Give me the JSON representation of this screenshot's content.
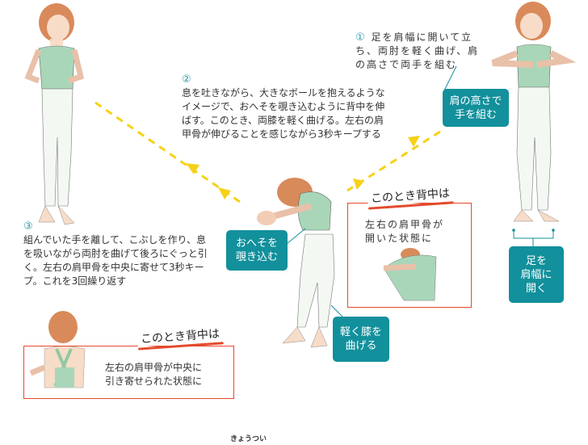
{
  "step1": {
    "number": "①",
    "text": "足を肩幅に開いて立ち、両肘を軽く曲げ、肩の高さで両手を組む"
  },
  "step2": {
    "number": "②",
    "text": "息を吐きながら、大きなボールを抱えるようなイメージで、おへそを覗き込むように背中を伸ばす。このとき、両膝を軽く曲げる。左右の肩甲骨が伸びることを感じながら3秒キープする"
  },
  "step3": {
    "number": "③",
    "text": "組んでいた手を離して、こぶしを作り、息を吸いながら両肘を曲げて後ろにぐっと引く。左右の肩甲骨を中央に寄せて3秒キープ。これを3回繰り返す"
  },
  "tags": {
    "hands": "肩の高さで\n手を組む",
    "navel": "おへそを\n覗き込む",
    "knees": "軽く膝を\n曲げる",
    "feet": "足を\n肩幅に\n開く"
  },
  "callout_open": {
    "title": "このとき背中は",
    "text": "左右の肩甲骨が\n開いた状態に"
  },
  "callout_close": {
    "title": "このとき背中は",
    "text": "左右の肩甲骨が中央に\n引き寄せられた状態に"
  },
  "footer_caption": "きょうつい",
  "colors": {
    "teal": "#12909c",
    "arrow": "#f5d21a",
    "callout_border": "#e44a2c",
    "top": "#a9d6b8",
    "hair": "#d98a5a"
  }
}
